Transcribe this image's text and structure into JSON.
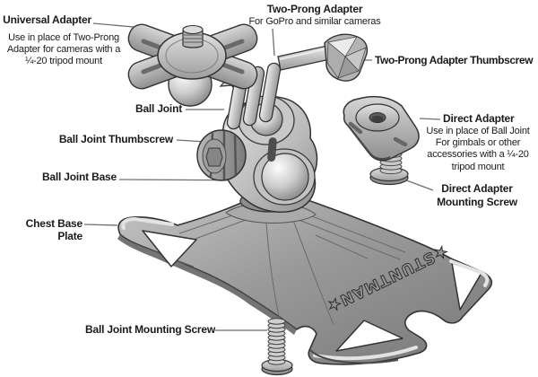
{
  "diagram": {
    "title": "Chest mount assembly exploded diagram",
    "logo_text": "★STUNTMAN★",
    "colors": {
      "background": "#ffffff",
      "label_text": "#1b1b1b",
      "leader_line": "#6f6f6f",
      "outline": "#333333",
      "plate_light": "#c6c6c6",
      "plate_dark": "#787878",
      "metal_highlight": "#ededed"
    },
    "labels": {
      "universal_adapter": {
        "title": "Universal Adapter",
        "lines": [
          "Use in place of Two-Prong",
          "Adapter for cameras with a",
          "¼-20 tripod mount"
        ]
      },
      "two_prong_adapter": {
        "title": "Two-Prong Adapter",
        "lines": [
          "For GoPro and similar cameras"
        ]
      },
      "two_prong_adapter_thumbscrew": {
        "title": "Two-Prong Adapter Thumbscrew"
      },
      "ball_joint": {
        "title": "Ball Joint"
      },
      "ball_joint_thumbscrew": {
        "title": "Ball Joint Thumbscrew"
      },
      "ball_joint_base": {
        "title": "Ball Joint Base"
      },
      "direct_adapter": {
        "title": "Direct Adapter",
        "lines": [
          "Use in place of Ball Joint",
          "For gimbals or other",
          "accessories with a ¼-20",
          "tripod mount"
        ]
      },
      "direct_adapter_mounting_screw": {
        "lines": [
          "Direct Adapter",
          "Mounting Screw"
        ]
      },
      "chest_base_plate": {
        "title": "Chest Base Plate"
      },
      "ball_joint_mounting_screw": {
        "title": "Ball Joint Mounting Screw"
      }
    }
  }
}
